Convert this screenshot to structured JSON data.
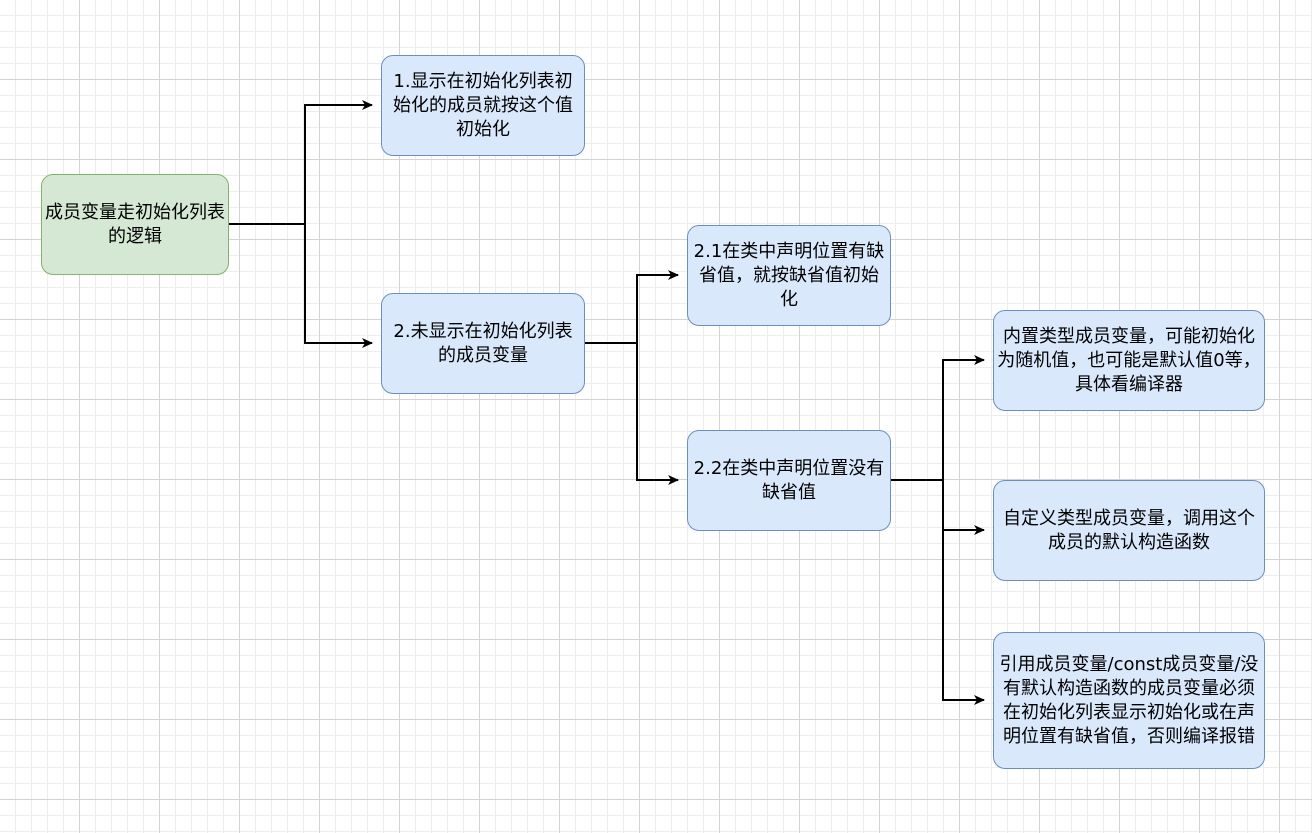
{
  "colors": {
    "root_fill": "#d5e8d4",
    "root_stroke": "#82b366",
    "node_fill": "#dae8fc",
    "node_stroke": "#6c8ebf",
    "connector": "#000000"
  },
  "nodes": {
    "root": "成员变量走初始化列表的逻辑",
    "shown_in_init_list": "1.显示在初始化列表初始化的成员就按这个值初始化",
    "not_shown_in_init_list": "2.未显示在初始化列表的成员变量",
    "has_default_value": "2.1在类中声明位置有缺省值，就按缺省值初始化",
    "no_default_value": "2.2在类中声明位置没有缺省值",
    "builtin_type": "内置类型成员变量，可能初始化为随机值，也可能是默认值0等，具体看编译器",
    "custom_type": "自定义类型成员变量，调用这个成员的默认构造函数",
    "reference_const": "引用成员变量/const成员变量/没有默认构造函数的成员变量必须在初始化列表显示初始化或在声明位置有缺省值，否则编译报错"
  }
}
